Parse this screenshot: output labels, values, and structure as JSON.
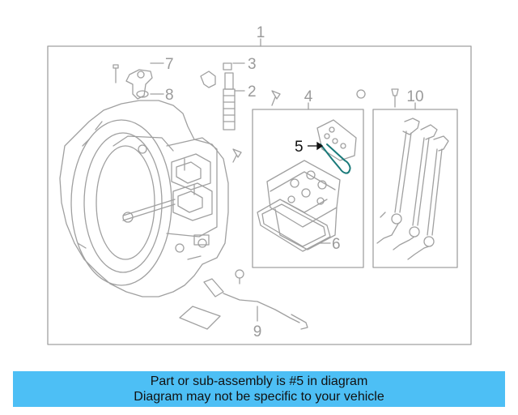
{
  "callouts": {
    "main": "1",
    "c2": "2",
    "c3": "3",
    "c4": "4",
    "c5": "5",
    "c6": "6",
    "c7": "7",
    "c8": "8",
    "c9": "9",
    "c10": "10"
  },
  "highlighted_part": "5",
  "colors": {
    "line": "#a0a0a0",
    "highlight": "#1a7a7a",
    "banner": "#4dbff5"
  },
  "banner": {
    "line1": "Part or sub-assembly is #5 in diagram",
    "line2": "Diagram may not be specific to your vehicle"
  }
}
